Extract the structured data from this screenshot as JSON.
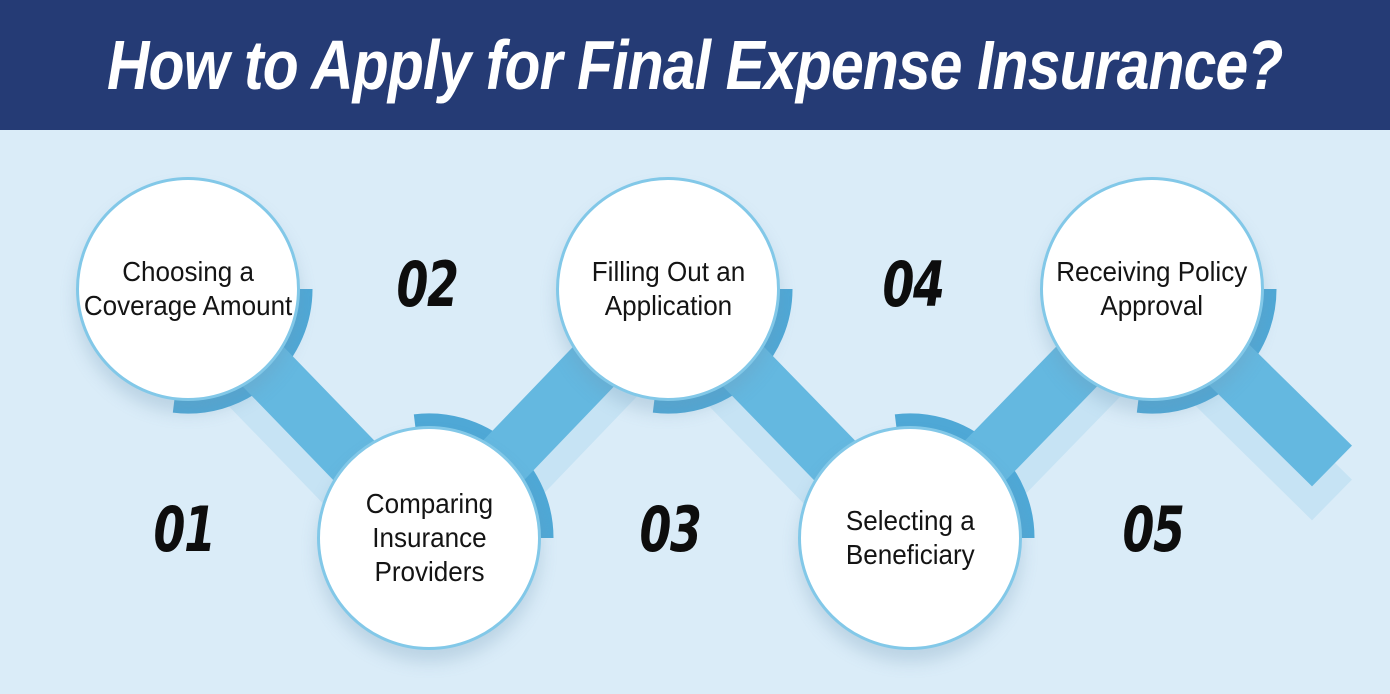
{
  "header": {
    "title": "How to Apply for Final Expense Insurance?"
  },
  "colors": {
    "bg": "#DAECF8",
    "header_bg": "#253B75",
    "header_text": "#FFFFFF",
    "ribbon": "#64B8E0",
    "ribbon_shadow": "#C6E3F4",
    "arc": "#4FA8D6",
    "circle_border": "#82C8E8",
    "circle_fill": "#FFFFFF",
    "label_color": "#141414",
    "number_color": "#0D0D0D"
  },
  "steps": [
    {
      "number": "01",
      "label": "Choosing a Coverage Amount",
      "lines": [
        "Choosing a",
        "Coverage Amount"
      ],
      "row": "top"
    },
    {
      "number": "02",
      "label": "Comparing Insurance Providers",
      "lines": [
        "Comparing",
        "Insurance",
        "Providers"
      ],
      "row": "bottom"
    },
    {
      "number": "03",
      "label": "Filling Out an Application",
      "lines": [
        "Filling Out an",
        "Application"
      ],
      "row": "top"
    },
    {
      "number": "04",
      "label": "Selecting a Beneficiary",
      "lines": [
        "Selecting a",
        "Beneficiary"
      ],
      "row": "bottom"
    },
    {
      "number": "05",
      "label": "Receiving Policy Approval",
      "lines": [
        "Receiving Policy",
        "Approval"
      ],
      "row": "top"
    }
  ]
}
